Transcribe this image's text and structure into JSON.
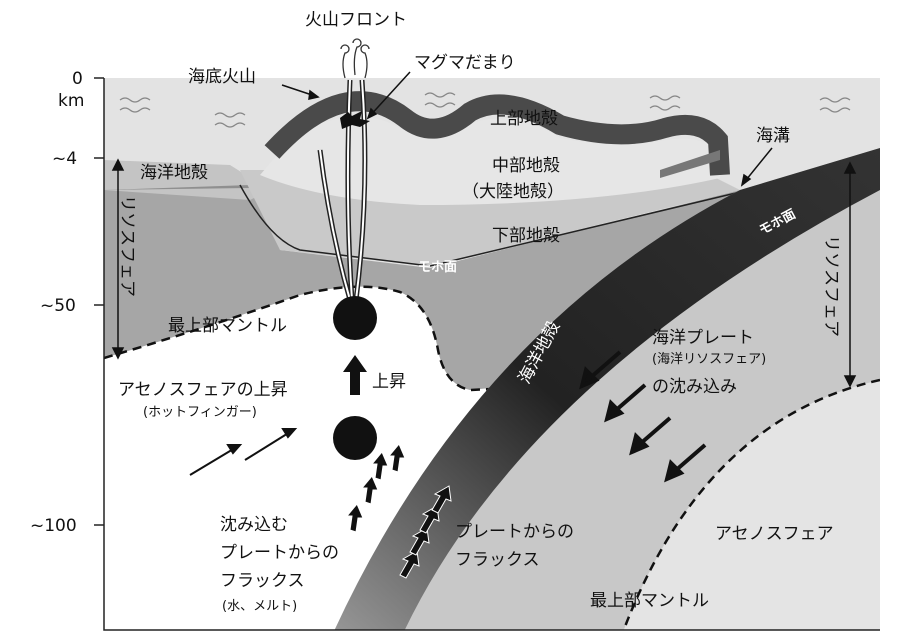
{
  "axis": {
    "ticks": [
      "0",
      "km",
      "~4",
      "~50",
      "~100"
    ]
  },
  "labels": {
    "volcanic_front": "火山フロント",
    "submarine_volcano": "海底火山",
    "magma_chamber": "マグマだまり",
    "upper_crust": "上部地殻",
    "trench": "海溝",
    "oceanic_crust_left": "海洋地殻",
    "middle_crust": "中部地殻",
    "continental_crust": "（大陸地殻）",
    "lower_crust": "下部地殻",
    "moho_left": "モホ面",
    "moho_right": "モホ面",
    "lithosphere_left": "リソスフェア",
    "lithosphere_right": "リソスフェア",
    "uppermost_mantle": "最上部マントル",
    "slab_crust": "海洋地殻",
    "oceanic_plate": "海洋プレート",
    "oceanic_lithosphere": "(海洋リソスフェア)",
    "subduction": "の沈み込み",
    "ascent": "上昇",
    "asthenosphere_upwelling": "アセノスフェアの上昇",
    "hot_finger": "(ホットフィンガー)",
    "flux_slab_1": "沈み込む",
    "flux_slab_2": "プレートからの",
    "flux_slab_3": "フラックス",
    "flux_slab_4": "(水、メルト)",
    "flux_plate_1": "プレートからの",
    "flux_plate_2": "フラックス",
    "asthenosphere": "アセノスフェア",
    "uppermost_mantle_bottom": "最上部マントル"
  }
}
